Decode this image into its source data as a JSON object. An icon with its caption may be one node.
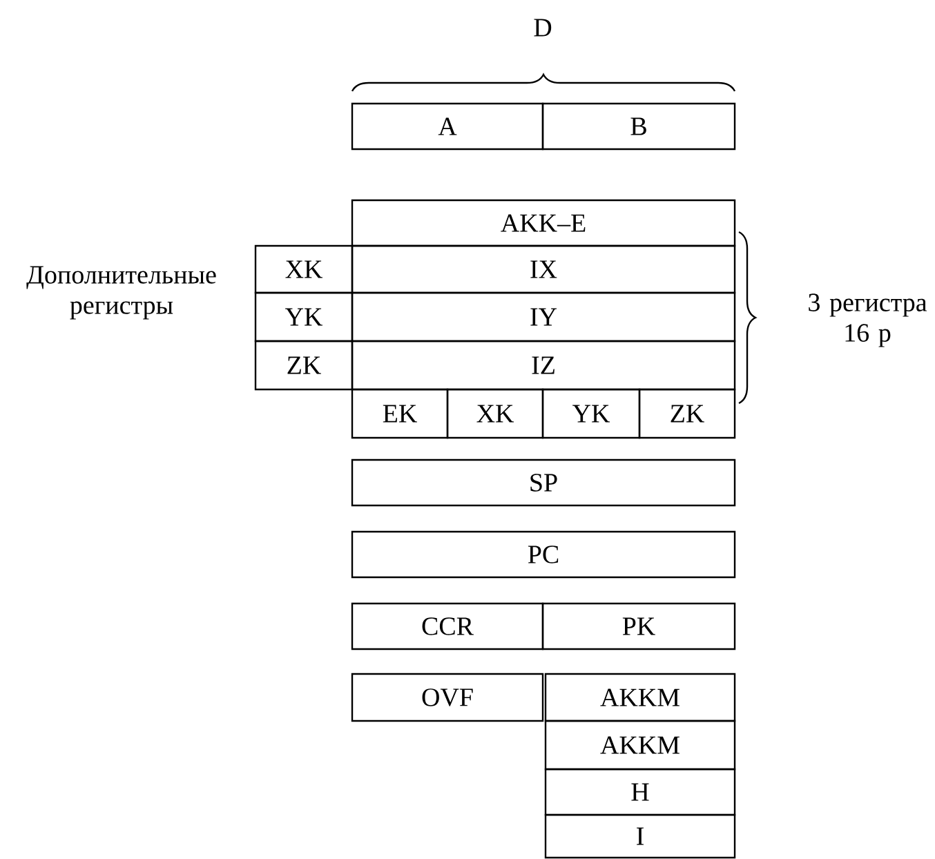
{
  "diagram": {
    "nodes": [
      {
        "text": [
          "A"
        ]
      },
      {
        "text": [
          "B"
        ]
      },
      {
        "text": [
          "AKK–E"
        ]
      },
      {
        "text": [
          "XK"
        ]
      },
      {
        "text": [
          "IX"
        ]
      },
      {
        "text": [
          "YK"
        ]
      },
      {
        "text": [
          "IY"
        ]
      },
      {
        "text": [
          "ZK"
        ]
      },
      {
        "text": [
          "IZ"
        ]
      },
      {
        "text": [
          "EK"
        ]
      },
      {
        "text": [
          "XK"
        ]
      },
      {
        "text": [
          "YK"
        ]
      },
      {
        "text": [
          "ZK"
        ]
      },
      {
        "text": [
          "SP"
        ]
      },
      {
        "text": [
          "PC"
        ]
      },
      {
        "text": [
          "CCR"
        ]
      },
      {
        "text": [
          "PK"
        ]
      },
      {
        "text": [
          "OVF"
        ]
      },
      {
        "text": [
          "AKKM"
        ]
      },
      {
        "text": [
          "AKKM"
        ]
      },
      {
        "text": [
          "H"
        ]
      },
      {
        "text": [
          "I"
        ]
      }
    ],
    "labels": [
      "D",
      "Дополнительные регистры",
      "3 регистра 16 р"
    ]
  }
}
